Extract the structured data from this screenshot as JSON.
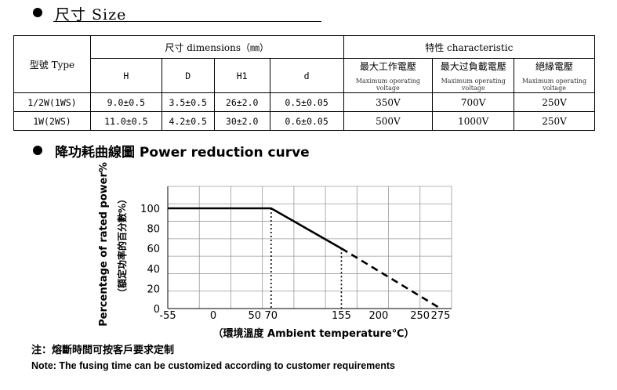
{
  "section_size": {
    "title": "尺寸 Size"
  },
  "spec_table": {
    "col_type": "型號 Type",
    "dimensions_header": "尺寸 dimensions（㎜）",
    "characteristic_header": "特性 characteristic",
    "dim_cols": [
      "H",
      "D",
      "H1",
      "d"
    ],
    "char_cols": [
      {
        "label": "最大工作電壓",
        "sub": "Maximum operating voltage"
      },
      {
        "label": "最大过負載電壓",
        "sub": "Maximum operating voltage"
      },
      {
        "label": "絕緣電壓",
        "sub": "Maximum operating voltage"
      }
    ],
    "rows": [
      {
        "type": "1/2W(1WS)",
        "H": "9.0±0.5",
        "D": "3.5±0.5",
        "H1": "26±2.0",
        "d": "0.5±0.05",
        "v1": "350V",
        "v2": "700V",
        "v3": "250V"
      },
      {
        "type": "1W(2WS)",
        "H": "11.0±0.5",
        "D": "4.2±0.5",
        "H1": "30±2.0",
        "d": "0.6±0.05",
        "v1": "500V",
        "v2": "1000V",
        "v3": "250V"
      }
    ]
  },
  "section_curve": {
    "title": "降功耗曲線圖 Power reduction curve"
  },
  "chart_data": {
    "type": "line",
    "ylabel": "Percentage of rated power%",
    "ylabel_cn": "（額定功率的百分數%）",
    "xlabel": "（環境溫度 Ambient temperature℃）",
    "x_ticks": [
      "-55",
      "0",
      "50",
      "70",
      "155",
      "200",
      "250",
      "275"
    ],
    "y_ticks": [
      "0",
      "20",
      "40",
      "60",
      "80",
      "100"
    ],
    "xlim": [
      -55,
      275
    ],
    "ylim": [
      0,
      100
    ],
    "grid": true,
    "series": [
      {
        "style": "solid",
        "x": [
          -55,
          70,
          155
        ],
        "y": [
          100,
          100,
          60
        ]
      },
      {
        "style": "dashed",
        "x": [
          155,
          275
        ],
        "y": [
          60,
          0
        ]
      }
    ],
    "guides": [
      {
        "x": 70,
        "y": 100
      },
      {
        "x": 155,
        "y": 60
      }
    ],
    "colors": {
      "line": "#000000",
      "grid": "#9a9a9a"
    }
  },
  "notes": {
    "cn": "注：熔斷時間可按客戶要求定制",
    "en": "Note: The fusing time can be customized according to customer requirements"
  }
}
